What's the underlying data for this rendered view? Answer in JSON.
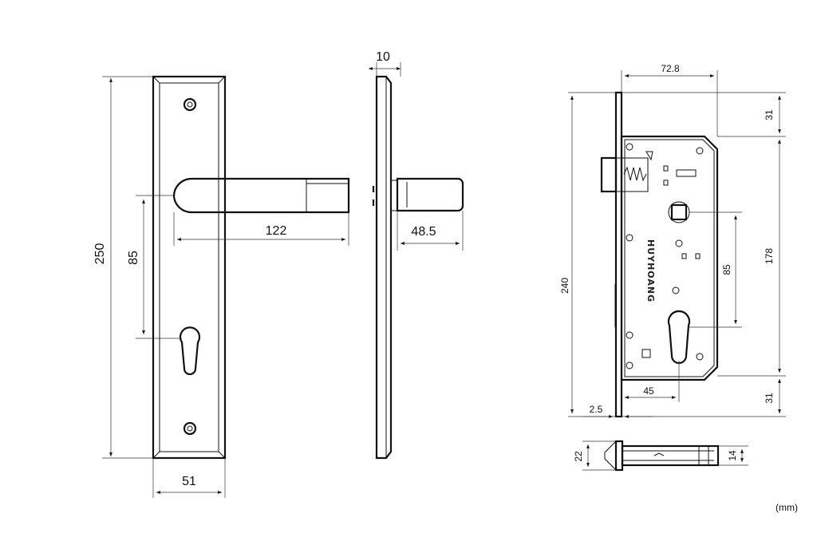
{
  "brand_text": "HUYHOANG",
  "units_note": "(mm)",
  "front_view": {
    "height": "250",
    "width": "51",
    "handle_to_keyhole": "85",
    "handle_length": "122"
  },
  "side_view": {
    "plate_thickness": "10",
    "handle_projection": "48.5"
  },
  "lock_body": {
    "overall_height": "240",
    "backset_width": "72.8",
    "top_margin": "31",
    "body_height": "178",
    "bottom_margin": "31",
    "center_distance": "85",
    "backset": "45",
    "faceplate_thickness": "2.5"
  },
  "latch_view": {
    "faceplate_height": "22",
    "body_height": "14"
  }
}
